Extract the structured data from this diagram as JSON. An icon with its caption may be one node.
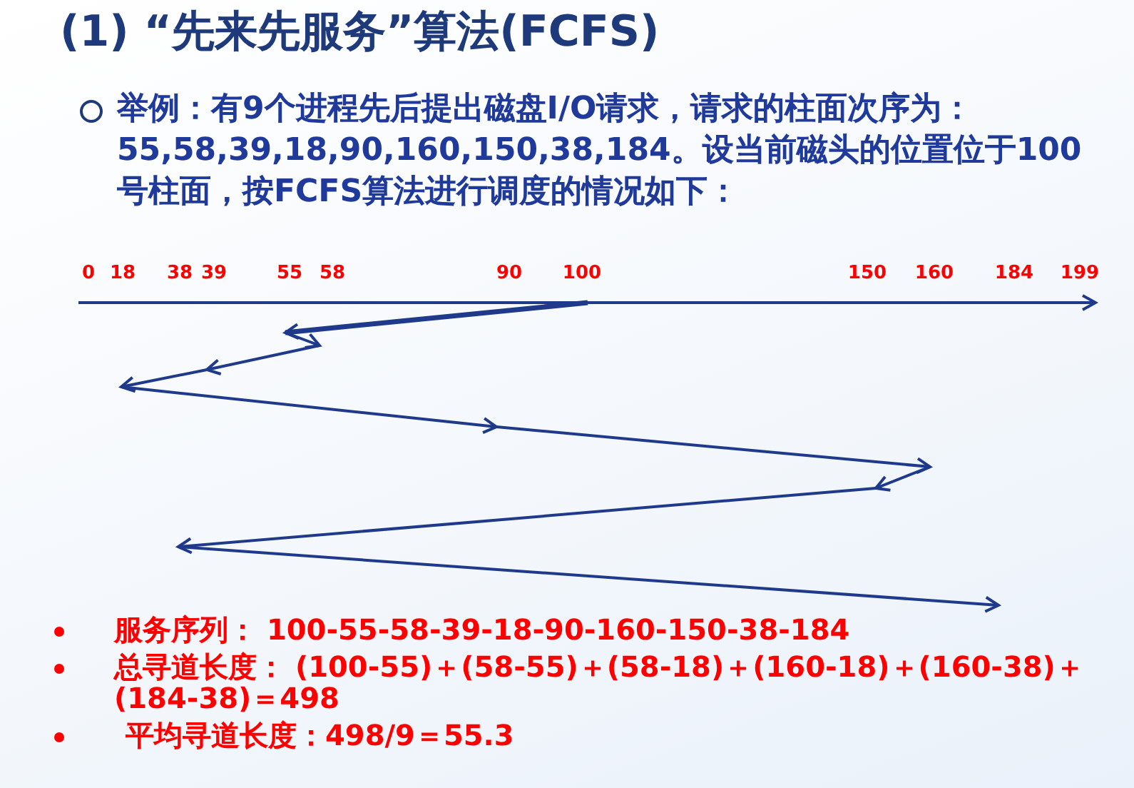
{
  "diagram": {
    "title": "(1) “先来先服务”算法(FCFS)",
    "labels": [
      "举例：有9个进程先后提出磁盘I/O请求，请求的柱面次序为：55,58,39,18,90,160,150,38,184。设当前磁头的位置位于100号柱面，按FCFS算法进行调度的情况如下：",
      "0",
      "18",
      "38",
      "39",
      "55",
      "58",
      "90",
      "100",
      "150",
      "160",
      "184",
      "199",
      "服务序列： 100-55-58-39-18-90-160-150-38-184",
      "总寻道长度： (100-55)＋(58-55)＋(58-18)＋(160-18)＋(160-38)＋(184-38)＝498",
      "平均寻道长度：498/9＝55.3"
    ]
  }
}
